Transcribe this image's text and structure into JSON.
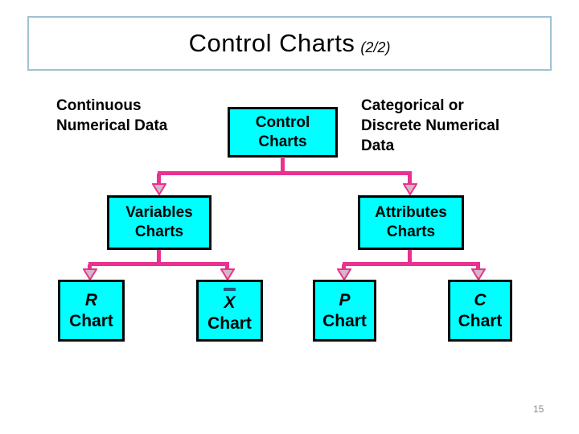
{
  "slide": {
    "title": {
      "main": "Control Charts",
      "suffix": "(2/2)"
    },
    "page_number": "15"
  },
  "labels": {
    "left": [
      "Continuous",
      "Numerical Data"
    ],
    "right": [
      "Categorical or",
      "Discrete Numerical",
      "Data"
    ]
  },
  "tree": {
    "root": {
      "line1": "Control",
      "line2": "Charts"
    },
    "variables": {
      "line1": "Variables",
      "line2": "Charts"
    },
    "attributes": {
      "line1": "Attributes",
      "line2": "Charts"
    },
    "leaves": [
      {
        "symbol": "R",
        "label": "Chart"
      },
      {
        "symbol": "X",
        "label": "Chart",
        "overbar": true
      },
      {
        "symbol": "P",
        "label": "Chart"
      },
      {
        "symbol": "C",
        "label": "Chart"
      }
    ]
  },
  "icons": [
    "arrow-down-icon"
  ],
  "colors": {
    "box-fill": "#00ffff",
    "box-border": "#000000",
    "line-pink": "#e9318f",
    "arrow-fill": "#d4b8c4",
    "title-border": "#9fc2d2",
    "xbar-bar": "#1e5c7e",
    "page-gray": "#8a8a8a"
  }
}
